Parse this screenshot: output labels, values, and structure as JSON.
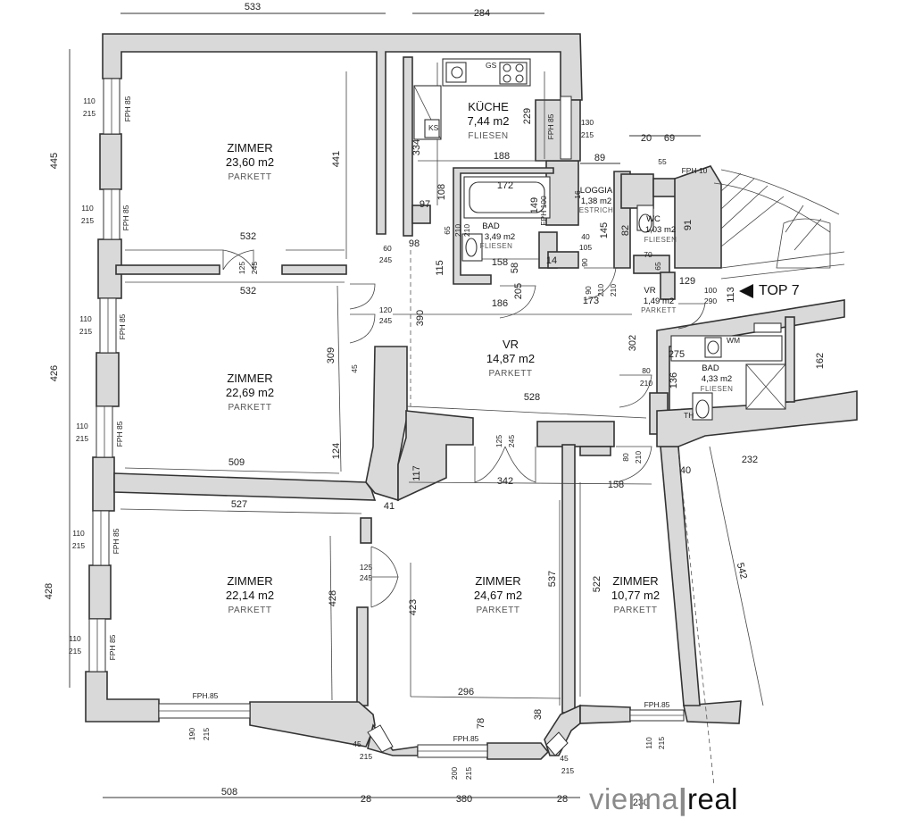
{
  "rooms": [
    {
      "name": "ZIMMER",
      "area": "23,60 m2",
      "floor": "PARKETT"
    },
    {
      "name": "ZIMMER",
      "area": "22,69 m2",
      "floor": "PARKETT"
    },
    {
      "name": "ZIMMER",
      "area": "22,14 m2",
      "floor": "PARKETT"
    },
    {
      "name": "ZIMMER",
      "area": "24,67 m2",
      "floor": "PARKETT"
    },
    {
      "name": "ZIMMER",
      "area": "10,77 m2",
      "floor": "PARKETT"
    },
    {
      "name": "KÜCHE",
      "area": "7,44 m2",
      "floor": "FLIESEN"
    },
    {
      "name": "VR",
      "area": "14,87 m2",
      "floor": "PARKETT"
    },
    {
      "name": "BAD",
      "area": "3,49 m2",
      "floor": "FLIESEN"
    },
    {
      "name": "LOGGIA",
      "area": "1,38 m2",
      "floor": "ESTRICH"
    },
    {
      "name": "WC",
      "area": "1,03 m2",
      "floor": "FLIESEN"
    },
    {
      "name": "VR",
      "area": "1,49 m2",
      "floor": "PARKETT"
    },
    {
      "name": "BAD",
      "area": "4,33 m2",
      "floor": "FLIESEN"
    }
  ],
  "dims": {
    "top_533": "533",
    "top_284": "284",
    "top_20": "20",
    "top_69": "69",
    "top_89": "89",
    "left_445": "445",
    "left_426": "426",
    "left_428": "428",
    "bottom_508": "508",
    "bottom_28a": "28",
    "bottom_380": "380",
    "bottom_28b": "28",
    "bottom_230": "230",
    "z1_441": "441",
    "z1_532a": "532",
    "z1_532b": "532",
    "z2_309": "309",
    "z2_509": "509",
    "z2_124": "124",
    "z3_527": "527",
    "z3_428": "428",
    "z3_41": "41",
    "z4_342": "342",
    "z4_117": "117",
    "z4_423": "423",
    "z4_537": "537",
    "z4_296": "296",
    "z4_78": "78",
    "z4_38": "38",
    "z5_158": "158",
    "z5_522": "522",
    "k_334": "334",
    "k_229": "229",
    "k_188": "188",
    "k_172": "172",
    "k_108": "108",
    "k_97": "97",
    "vr_390": "390",
    "vr_528": "528",
    "vr_98": "98",
    "vr_115": "115",
    "b_158": "158",
    "b_186": "186",
    "b_58": "58",
    "b_205": "205",
    "b_14": "14",
    "b_173": "173",
    "r_302": "302",
    "r_136": "136",
    "r_275": "275",
    "r_162": "162",
    "r_232": "232",
    "r_542": "542",
    "r_40": "40",
    "r_129": "129",
    "r_113": "113",
    "r_91": "91",
    "r_82": "82",
    "r_145": "145",
    "r_149": "149"
  },
  "openings": {
    "w110": "110",
    "w215": "215",
    "fph85": "FPH 85",
    "fph_85": "FPH.85",
    "fph100": "FPH 100",
    "fph10": "FPH 10",
    "w130": "130",
    "w190": "190",
    "w200": "200",
    "w45": "45",
    "d60": "60",
    "d245": "245",
    "d120": "120",
    "d125": "125",
    "d80": "80",
    "d210": "210",
    "d100": "100",
    "d290": "290",
    "d90": "90",
    "d65": "65",
    "d70": "70",
    "d55": "55",
    "d105": "105",
    "d40": "40",
    "d16": "16"
  },
  "labels": {
    "gs": "GS",
    "ks": "KS",
    "wm": "WM",
    "th": "TH",
    "top7": "TOP 7"
  },
  "brand": {
    "part1": "vienna",
    "part2": "|",
    "part3": "real"
  }
}
